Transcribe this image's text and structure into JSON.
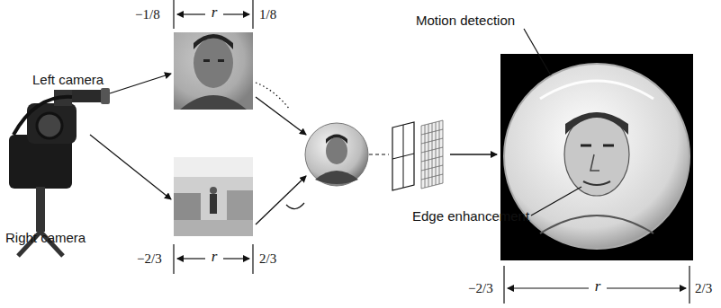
{
  "diagram": {
    "labels": [
      "−1/8",
      "r",
      "1/8",
      "Left camera",
      "Motion detection",
      "Right camera",
      "Edge enhancement",
      "−2/3",
      "r",
      "2/3",
      "−2/3",
      "r",
      "2/3"
    ]
  }
}
